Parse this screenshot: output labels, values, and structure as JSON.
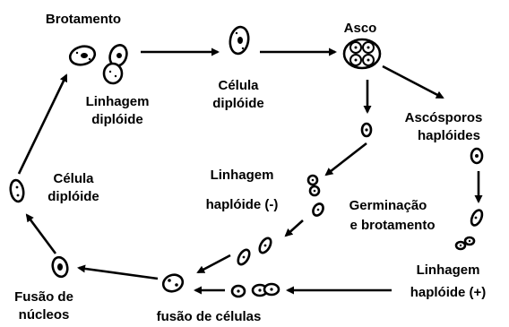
{
  "labels": {
    "brotamento": "Brotamento",
    "linhagem_diploide_1": "Linhagem",
    "linhagem_diploide_2": "diplóide",
    "celula_diploide_top_1": "Célula",
    "celula_diploide_top_2": "diplóide",
    "asco": "Asco",
    "ascosporos_1": "Ascósporos",
    "ascosporos_2": "haplóides",
    "linhagem_haploide_minus_1": "Linhagem",
    "linhagem_haploide_minus_2": "haplóide (-)",
    "germinacao_1": "Germinação",
    "germinacao_2": "e brotamento",
    "linhagem_haploide_plus_1": "Linhagem",
    "linhagem_haploide_plus_2": "haplóide (+)",
    "fusao_celulas": "fusão de células",
    "fusao_nucleos_1": "Fusão de",
    "fusao_nucleos_2": "núcleos",
    "celula_diploide_left_1": "Célula",
    "celula_diploide_left_2": "diplóide"
  }
}
